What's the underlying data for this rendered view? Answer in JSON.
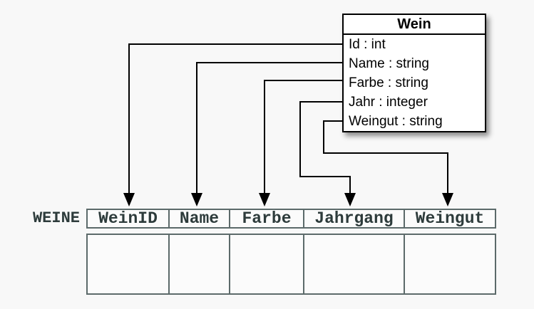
{
  "page": {
    "background_color": "#f8f8f8",
    "line_color": "#000000",
    "table_border_color": "#5c6a6a",
    "table_text_color": "#2d3b3b"
  },
  "class_box": {
    "title": "Wein",
    "attributes": [
      {
        "label": "Id : int"
      },
      {
        "label": "Name : string"
      },
      {
        "label": "Farbe : string"
      },
      {
        "label": "Jahr : integer"
      },
      {
        "label": "Weingut : string"
      }
    ]
  },
  "table": {
    "label": "WEINE",
    "columns": [
      "WeinID",
      "Name",
      "Farbe",
      "Jahrgang",
      "Weingut"
    ],
    "empty_row_count": 1
  },
  "mappings": [
    {
      "from_attribute": "Id",
      "to_column": "WeinID"
    },
    {
      "from_attribute": "Name",
      "to_column": "Name"
    },
    {
      "from_attribute": "Farbe",
      "to_column": "Farbe"
    },
    {
      "from_attribute": "Jahr",
      "to_column": "Jahrgang"
    },
    {
      "from_attribute": "Weingut",
      "to_column": "Weingut"
    }
  ]
}
